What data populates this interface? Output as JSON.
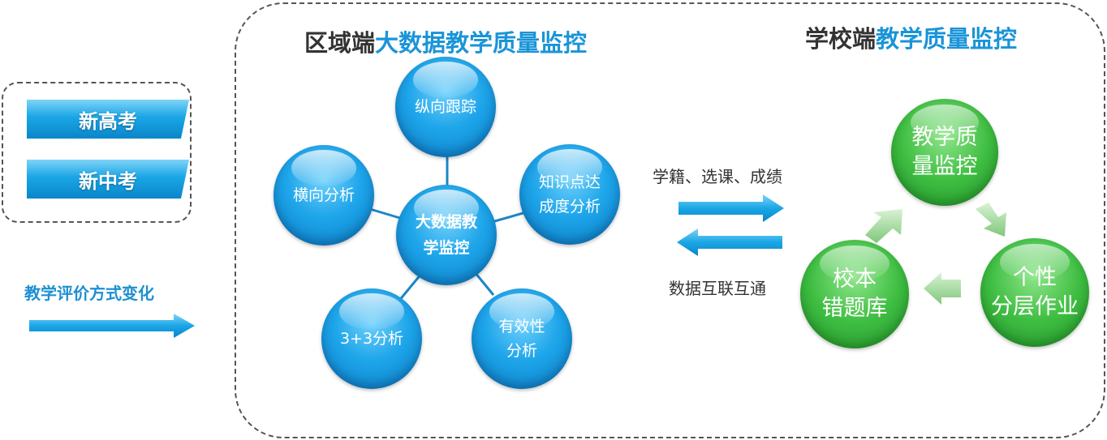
{
  "left_panel": {
    "tags": [
      "新高考",
      "新中考"
    ],
    "eval_label": "教学评价方式变化"
  },
  "region": {
    "heading_prefix": "区域端",
    "heading_highlight": "大数据教学质量监控",
    "center": [
      "大数据教",
      "学监控"
    ],
    "nodes": [
      {
        "lines": [
          "纵向跟踪"
        ]
      },
      {
        "lines": [
          "知识点达",
          "成度分析"
        ]
      },
      {
        "lines": [
          "有效性",
          "分析"
        ]
      },
      {
        "lines": [
          "3+3分析"
        ]
      },
      {
        "lines": [
          "横向分析"
        ]
      }
    ]
  },
  "flow": {
    "top_label": "学籍、选课、成绩",
    "bottom_label": "数据互联互通"
  },
  "school": {
    "heading_prefix": "学校端",
    "heading_highlight": "教学质量监控",
    "cycle": [
      {
        "lines": [
          "教学质",
          "量监控"
        ]
      },
      {
        "lines": [
          "个性",
          "分层作业"
        ]
      },
      {
        "lines": [
          "校本",
          "错题库"
        ]
      }
    ]
  },
  "colors": {
    "blue_accent": "#1a94d8",
    "green_accent": "#3fbe42",
    "dashed_border": "#555555"
  }
}
